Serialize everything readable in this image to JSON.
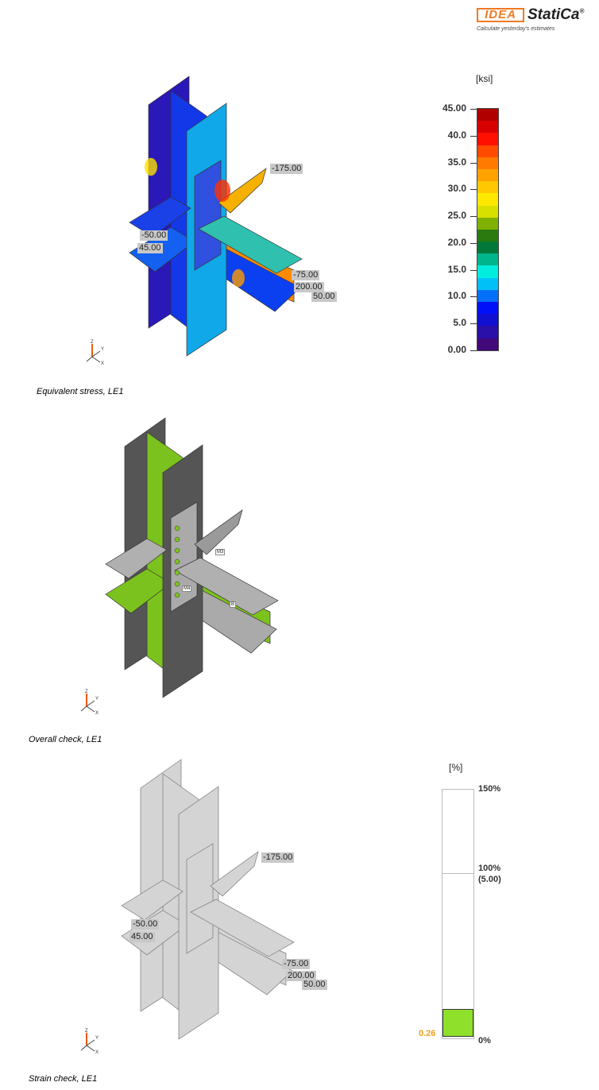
{
  "logo": {
    "brand_box": "IDEA",
    "brand_name": "StatiCa",
    "registered": "®",
    "tagline": "Calculate yesterday's estimates"
  },
  "figures": [
    {
      "caption": "Equivalent stress, LE1",
      "loads": [
        "-175.00",
        "-50.00",
        "45.00",
        "-75.00",
        "200.00",
        "50.00"
      ]
    },
    {
      "caption": "Overall check, LE1",
      "tags": [
        "M3",
        "M4",
        "B"
      ]
    },
    {
      "caption": "Strain check, LE1",
      "loads": [
        "-175.00",
        "-50.00",
        "45.00",
        "-75.00",
        "200.00",
        "50.00"
      ]
    }
  ],
  "axes": {
    "z": "Z",
    "y": "Y",
    "x": "X"
  },
  "stress_legend": {
    "unit": "[ksi]",
    "ticks": [
      "45.00",
      "40.0",
      "35.0",
      "30.0",
      "25.0",
      "20.0",
      "15.0",
      "10.0",
      "5.0",
      "0.00"
    ],
    "colors": [
      "#b00000",
      "#d80000",
      "#ff1000",
      "#ff4a00",
      "#ff7a00",
      "#ffa200",
      "#ffc800",
      "#ffe800",
      "#d8e000",
      "#80b000",
      "#2a7a10",
      "#00783a",
      "#00b48c",
      "#00ecdc",
      "#00c0f8",
      "#0070f8",
      "#0010f8",
      "#1010d0",
      "#2a10a8",
      "#400878"
    ]
  },
  "strain_legend": {
    "unit": "[%]",
    "ticks": [
      "150%",
      "100%",
      "(5.00)",
      "0%"
    ],
    "value": "0.26",
    "value_color": "#f0a020",
    "limit_percent": 5.0,
    "max_percent": 7.5,
    "fill_color": "#8ee02a"
  }
}
